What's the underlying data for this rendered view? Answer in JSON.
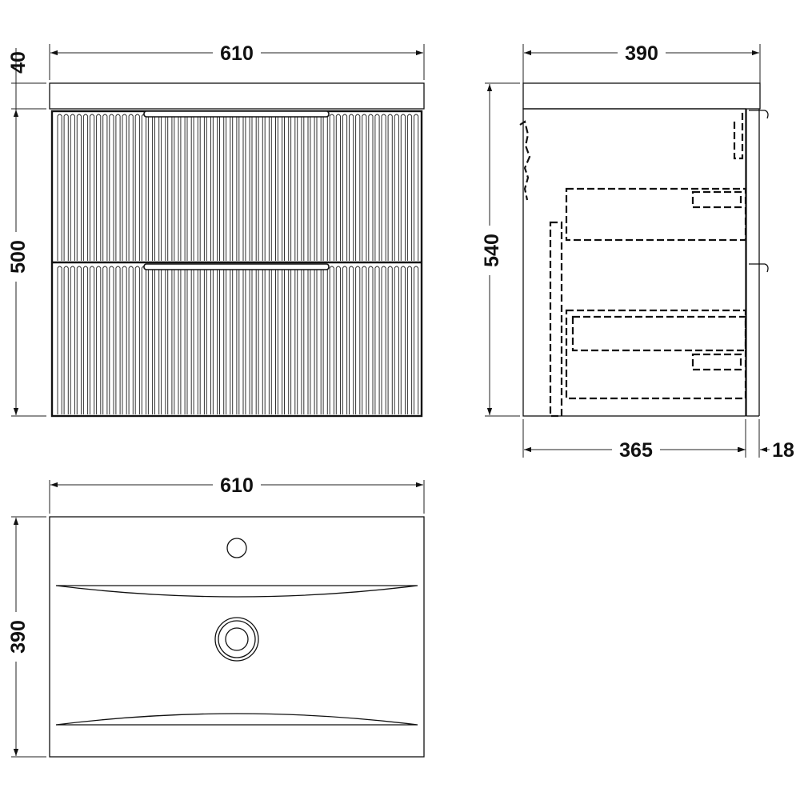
{
  "front_view": {
    "width_label": "610",
    "top_label": "40",
    "height_label": "500"
  },
  "side_view": {
    "depth_label": "390",
    "height_label": "540",
    "carcass_depth_label": "365",
    "door_thickness_label": "18"
  },
  "top_view": {
    "width_label": "610",
    "depth_label": "390"
  },
  "colors": {
    "line": "#111111",
    "background": "#ffffff"
  }
}
